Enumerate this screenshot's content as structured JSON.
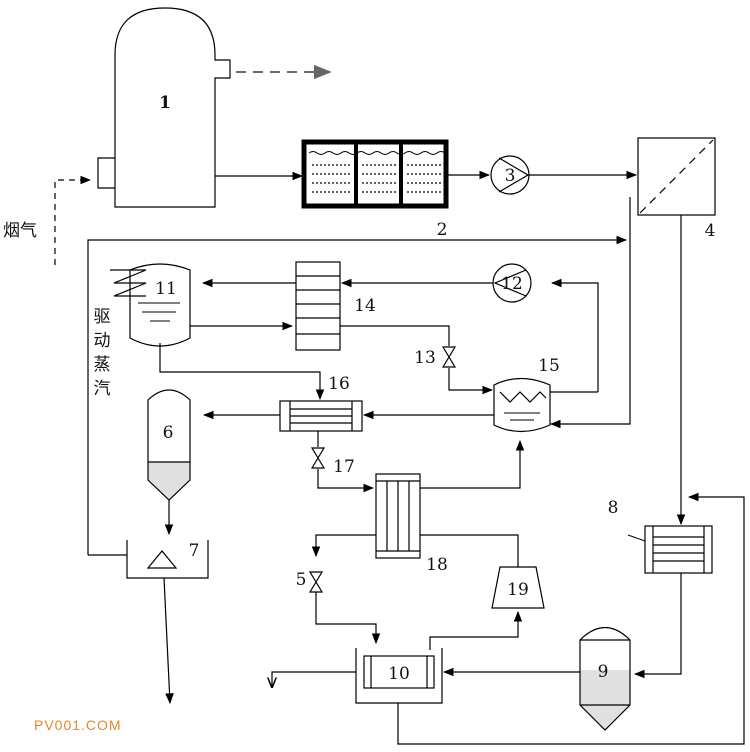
{
  "labels": {
    "n1": "1",
    "n2": "2",
    "n3": "3",
    "n4": "4",
    "n5": "5",
    "n6": "6",
    "n7": "7",
    "n8": "8",
    "n9": "9",
    "n10": "10",
    "n11": "11",
    "n12": "12",
    "n13": "13",
    "n14": "14",
    "n15": "15",
    "n16": "16",
    "n17": "17",
    "n18": "18",
    "n19": "19"
  },
  "flue_gas_label": "烟气",
  "steam_label": [
    "驱",
    "动",
    "蒸",
    "汽"
  ],
  "watermark": "PV001.COM"
}
